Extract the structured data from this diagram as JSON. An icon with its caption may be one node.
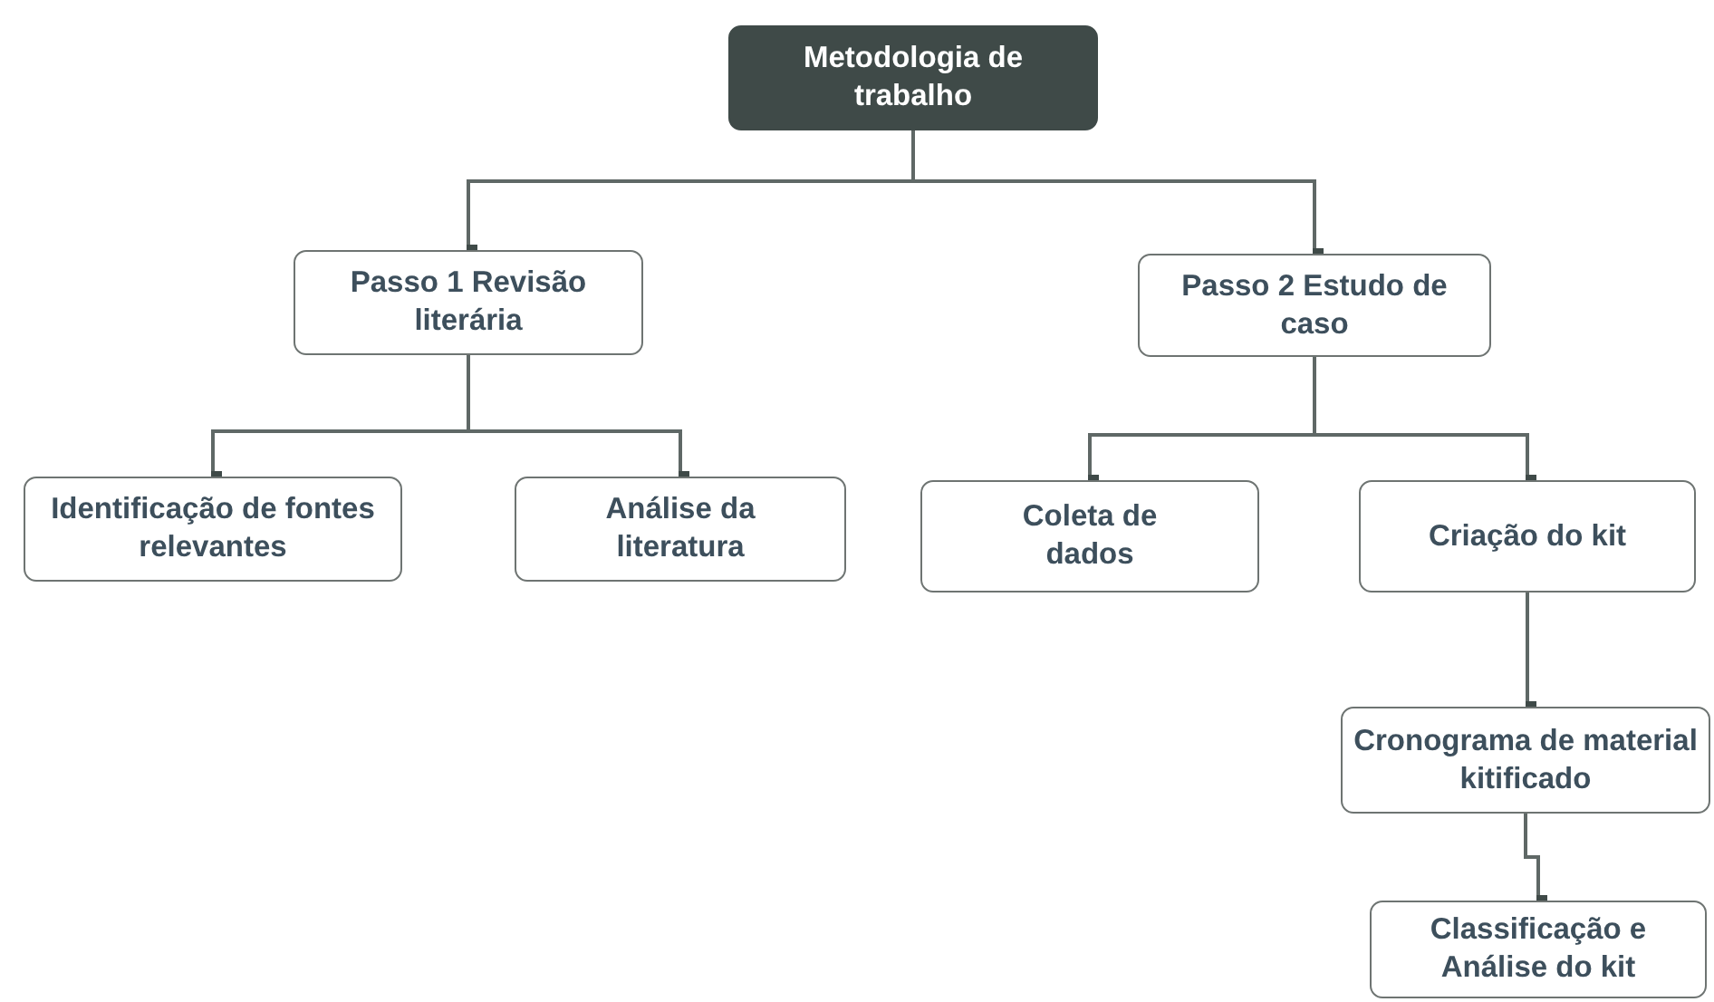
{
  "diagram": {
    "nodes": [
      {
        "text": [
          "Metodologia de trabalho"
        ]
      },
      {
        "text": [
          "Passo 1 Revisão literária"
        ]
      },
      {
        "text": [
          "Passo 2 Estudo de caso"
        ]
      },
      {
        "text": [
          "Identificação de fontes relevantes"
        ]
      },
      {
        "text": [
          "Análise da literatura"
        ]
      },
      {
        "text": [
          "Coleta de dados"
        ]
      },
      {
        "text": [
          "Criação do kit"
        ]
      },
      {
        "text": [
          "Cronograma de material kitificado"
        ]
      },
      {
        "text": [
          "Classificação e Análise do kit"
        ]
      }
    ],
    "edges": [
      {
        "from": 0,
        "to": 1,
        "arrow": "other"
      },
      {
        "from": 0,
        "to": 2,
        "arrow": "other"
      },
      {
        "from": 1,
        "to": 3,
        "arrow": "other"
      },
      {
        "from": 1,
        "to": 4,
        "arrow": "other"
      },
      {
        "from": 2,
        "to": 5,
        "arrow": "other"
      },
      {
        "from": 2,
        "to": 6,
        "arrow": "other"
      },
      {
        "from": 6,
        "to": 7,
        "arrow": "other"
      },
      {
        "from": 7,
        "to": 8,
        "arrow": "other"
      }
    ]
  }
}
